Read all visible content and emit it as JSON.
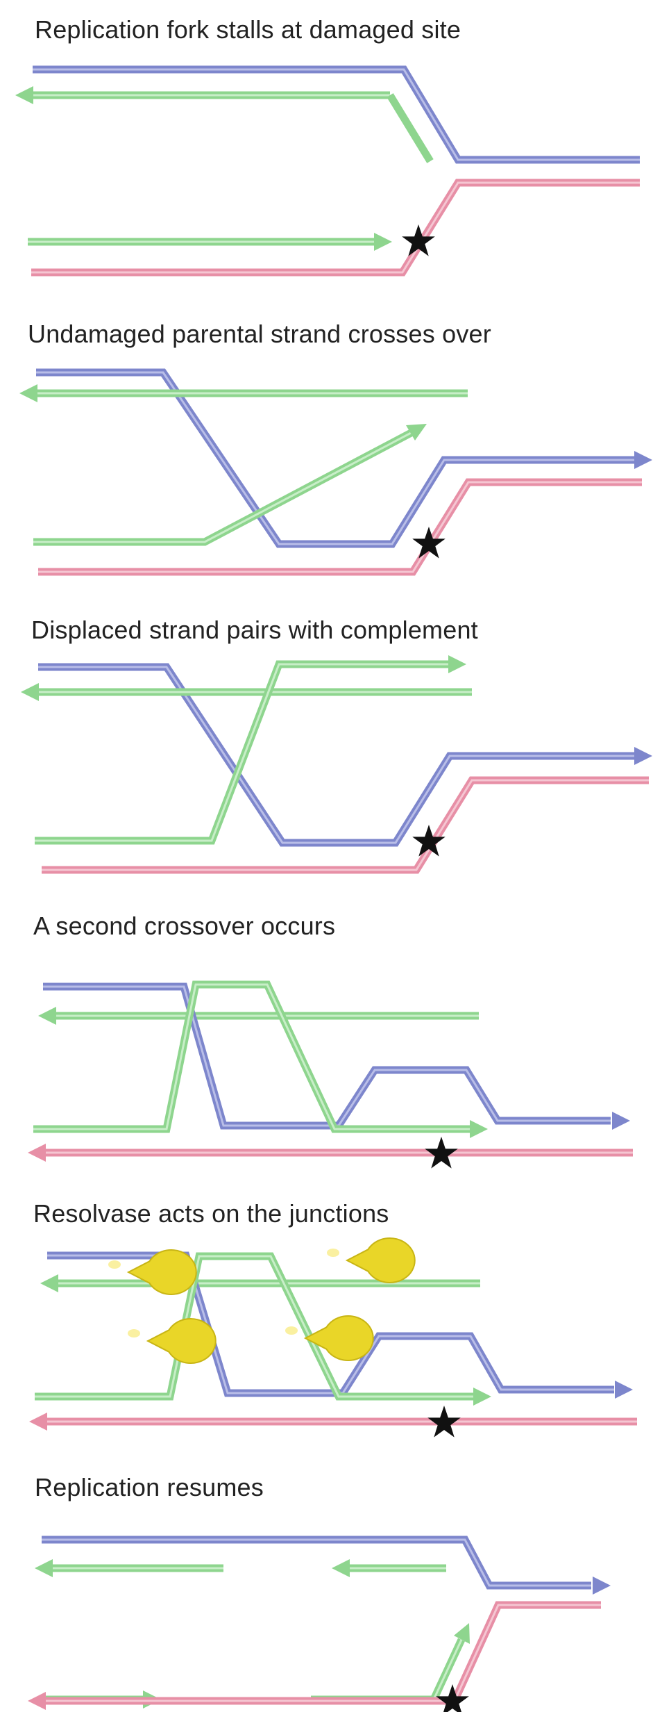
{
  "colors": {
    "blue": "#7d86cc",
    "blue_light": "#b9bee8",
    "green": "#8ed58e",
    "green_light": "#c8eec8",
    "pink": "#e78fa6",
    "pink_light": "#f5c6d2",
    "star": "#111111",
    "resolvase": "#e9d628",
    "resolvase_light": "#faf0a0"
  },
  "panels": [
    {
      "title": "Replication fork stalls at damaged site"
    },
    {
      "title": "Undamaged parental strand crosses over"
    },
    {
      "title": "Displaced strand pairs with complement"
    },
    {
      "title": "A second crossover occurs"
    },
    {
      "title": "Resolvase acts on the junctions"
    },
    {
      "title": "Replication resumes"
    }
  ]
}
